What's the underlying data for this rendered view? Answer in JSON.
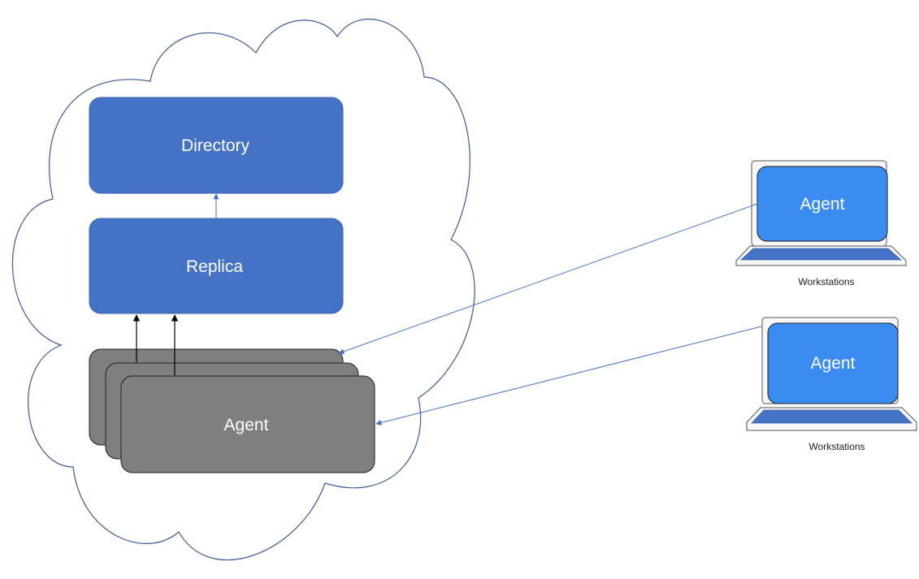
{
  "colors": {
    "background": "#ffffff",
    "cloud_stroke": "#3c5a96",
    "blue_box_fill": "#4472c4",
    "blue_box_stroke": "#3d65b0",
    "gray_box_fill": "#7f7f7f",
    "gray_box_stroke": "#1f1f1f",
    "screen_fill": "#3a8cf0",
    "laptop_bezel": "#f7f7f7",
    "laptop_outline": "#555555",
    "keyboard_fill": "#4472c4",
    "connector_blue": "#4472c4",
    "connector_black": "#000000"
  },
  "diagram": {
    "cloud": {
      "directory_label": "Directory",
      "replica_label": "Replica",
      "agent_stack_label": "Agent"
    },
    "workstations": [
      {
        "agent_label": "Agent",
        "caption": "Workstations"
      },
      {
        "agent_label": "Agent",
        "caption": "Workstations"
      }
    ],
    "icons": [
      "cloud-icon",
      "laptop-icon",
      "laptop-icon"
    ]
  }
}
